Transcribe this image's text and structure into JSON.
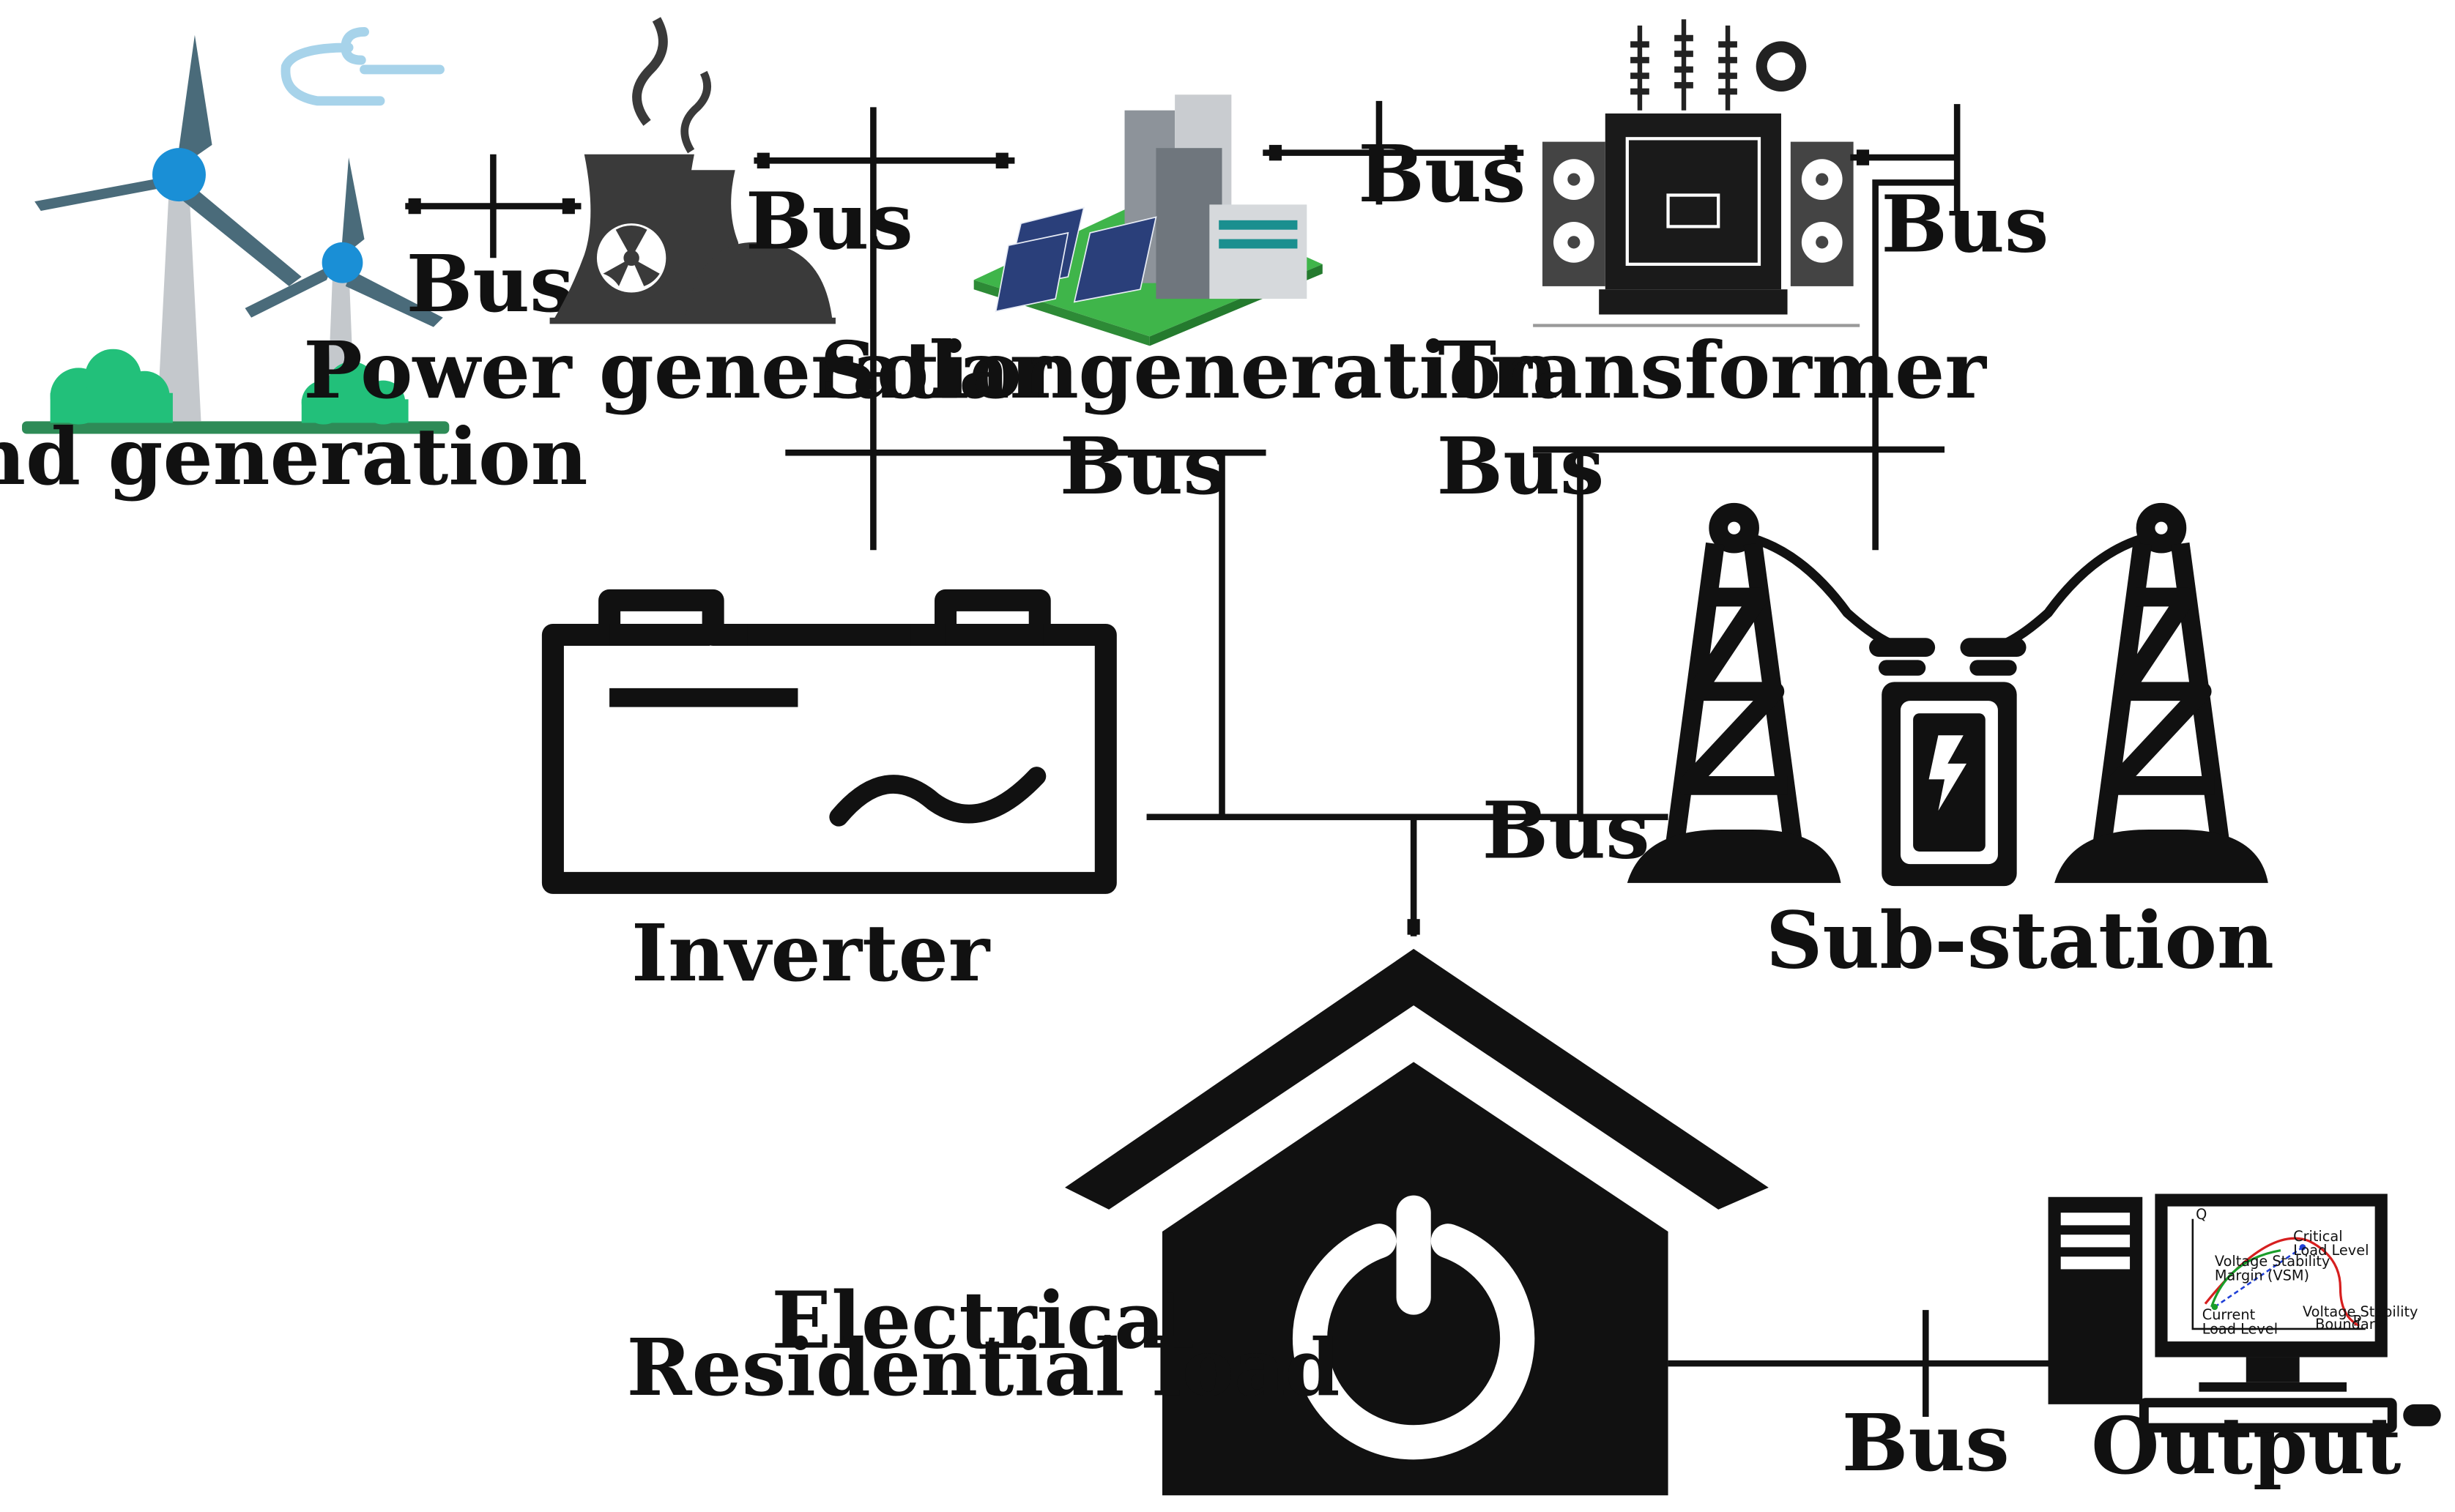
{
  "colors": {
    "line": "#111111",
    "turbine_blade": "#4a6b7a",
    "turbine_hub": "#1a8fd6",
    "turbine_tower": "#c4c8cc",
    "bush": "#22c07a",
    "ground": "#2e8b57",
    "wind_swirl": "#a7d3ea",
    "solar_grass": "#3fb54a",
    "solar_panel": "#2a3f7a",
    "building": "#8d939a",
    "plot_green": "#1a9e2a",
    "plot_red": "#d61f1f",
    "plot_blue": "#1f3fd6"
  },
  "labels": {
    "wind": "Wind generation",
    "power": "Power generation",
    "solar": "Solar generation",
    "transformer": "Transformer",
    "inverter": "Inverter",
    "substation": "Sub-station",
    "load_line1": "Electrical",
    "load_line2": "Residential load",
    "output": "Output"
  },
  "bus_label": "Bus",
  "screen_plot": {
    "y_axis": "Q",
    "x_axis": "P",
    "critical": [
      "Critical",
      "Load Level"
    ],
    "current": [
      "Current",
      "Load Level"
    ],
    "margin": [
      "Voltage Stability",
      "Margin (VSM)"
    ],
    "boundary": [
      "Voltage Stability",
      "Boundary"
    ]
  }
}
